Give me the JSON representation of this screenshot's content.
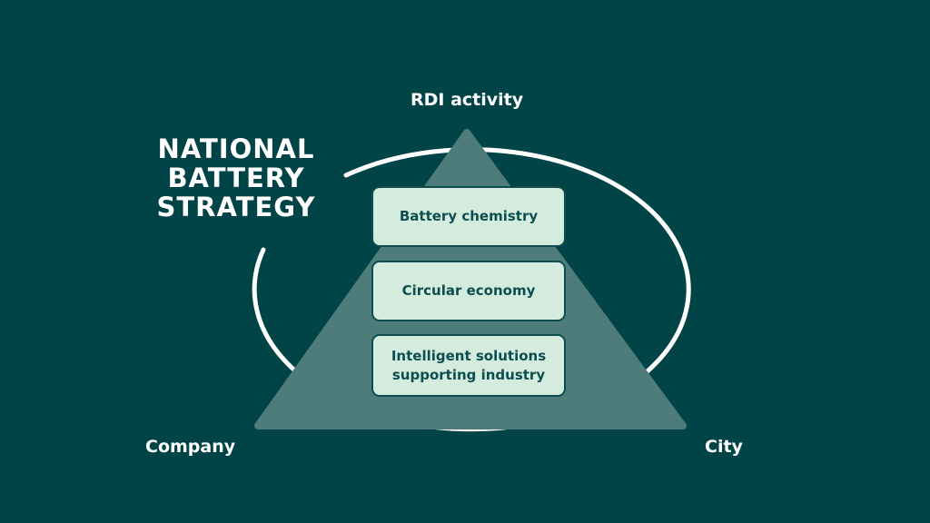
{
  "title": {
    "lines": [
      "NATIONAL",
      "BATTERY",
      "STRATEGY"
    ]
  },
  "vertices": {
    "top": "RDI activity",
    "left": "Company",
    "right": "City"
  },
  "layers": [
    {
      "lines": [
        "Battery chemistry"
      ]
    },
    {
      "lines": [
        "Circular economy"
      ]
    },
    {
      "lines": [
        "Intelligent solutions",
        "supporting industry"
      ]
    }
  ],
  "colors": {
    "background": "#004447",
    "triangle": "#4d7c7b",
    "box_fill": "#d3ecdd",
    "box_border": "#0d4d50",
    "box_text": "#0d4d50",
    "ellipse_stroke": "#ffffff",
    "text": "#ffffff"
  }
}
